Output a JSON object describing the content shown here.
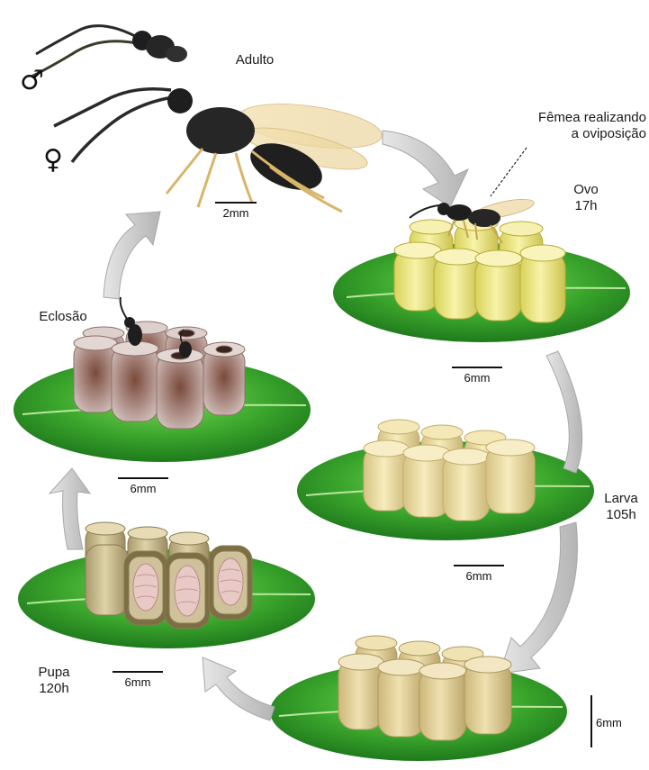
{
  "stages": {
    "adult": "Adulto",
    "egg": {
      "name": "Ovo",
      "time": "17h"
    },
    "larva": {
      "name": "Larva",
      "time": "105h"
    },
    "pupa": {
      "name": "Pupa",
      "time": "120h"
    },
    "emergence": "Eclosão"
  },
  "annotation": {
    "line1": "Fêmea realizando",
    "line2": "a oviposição"
  },
  "symbols": {
    "male": "♂",
    "female": "♀"
  },
  "scales": {
    "adult": "2mm",
    "egg": "6mm",
    "larva": "6mm",
    "pupa": "6mm",
    "late_larva": "6mm",
    "emergence": "6mm"
  },
  "colors": {
    "leaf": "#3aa52c",
    "egg": "#efe98a",
    "larva": "#ecdca0",
    "pupa_host": "#c9bb8f",
    "emerged_host": "#a8877f",
    "wasp": "#1e1e1e",
    "arrow": "#c8c8c8"
  }
}
